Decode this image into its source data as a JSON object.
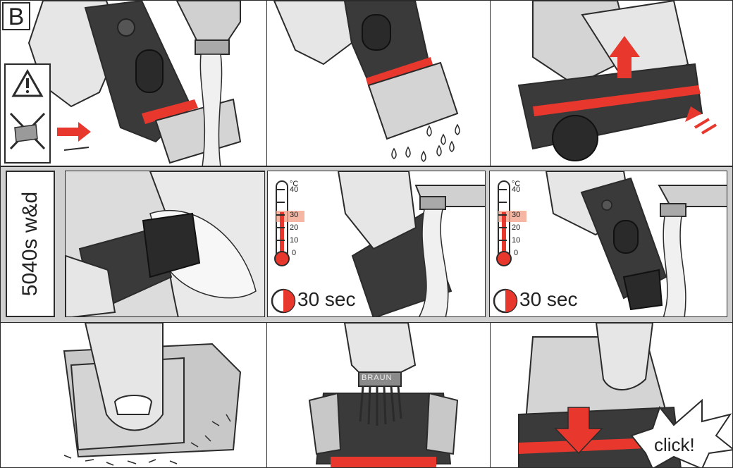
{
  "section_label": "B",
  "model_label": "5040s w&d",
  "thermometer": {
    "unit": "°C",
    "ticks": [
      "40",
      "30",
      "20",
      "10",
      "0"
    ]
  },
  "timer_a": "30 sec",
  "timer_b": "30 sec",
  "click_label": "click!",
  "brand_on_brush": "BRAUN",
  "colors": {
    "accent_red": "#e8372c",
    "band_salmon": "#f2a48c",
    "body_dark": "#3a3a3a",
    "line": "#2b2b2b",
    "skin_grey": "#dcdcdc",
    "metal_light": "#c8c8c8"
  }
}
